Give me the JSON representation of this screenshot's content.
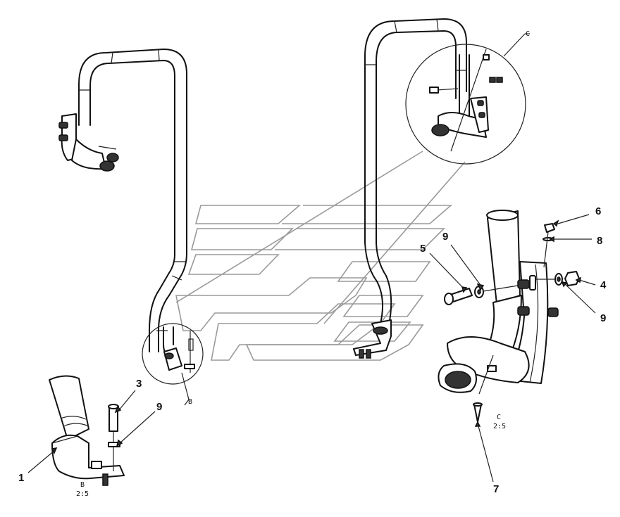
{
  "callouts": {
    "c1": "1",
    "c3": "3",
    "c9a": "9",
    "c5": "5",
    "c9b": "9",
    "c6": "6",
    "c8": "8",
    "c4": "4",
    "c9c": "9",
    "c7": "7"
  },
  "details": {
    "b_ref": "B",
    "b_title": "B",
    "b_scale": "2:5",
    "c_ref": "C",
    "c_title": "C",
    "c_scale": "2:5"
  }
}
